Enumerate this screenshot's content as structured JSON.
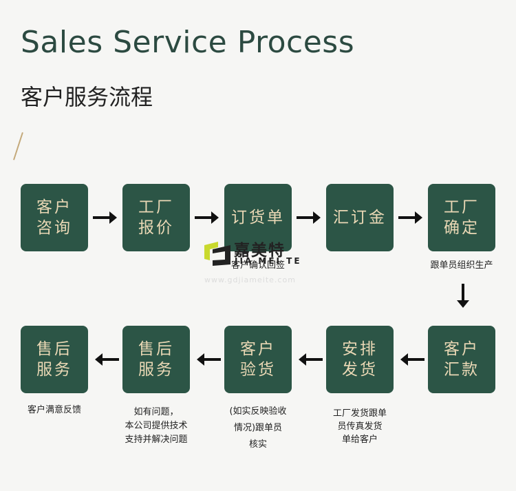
{
  "header": {
    "title_en": "Sales Service Process",
    "title_cn": "客户服务流程"
  },
  "row1": [
    {
      "label": "客户\n咨询"
    },
    {
      "label": "工厂\n报价"
    },
    {
      "label": "订货单"
    },
    {
      "label": "汇订金"
    },
    {
      "label": "工厂\n确定"
    }
  ],
  "row2": [
    {
      "label": "售后\n服务"
    },
    {
      "label": "售后\n服务"
    },
    {
      "label": "客户\n验货"
    },
    {
      "label": "安排\n发货"
    },
    {
      "label": "客户\n汇款"
    }
  ],
  "notes": {
    "confirm_sign": "客户确认回签",
    "production": "跟单员组织生产",
    "satisfaction": "客户满意反馈",
    "tech_support": "如有问题，\n本公司提供技术\n支持并解决问题",
    "inspection": "(如实反映验收\n情况)跟单员\n核实",
    "shipping": "工厂发货跟单\n员传真发货\n单给客户"
  },
  "watermark": {
    "name_cn": "嘉美特",
    "name_en": "JIA MEI TE",
    "url": "www.gdjiameite.com"
  },
  "colors": {
    "box_bg": "#2c5546",
    "box_text": "#ead8b5",
    "title": "#2c4a41",
    "accent": "#c4a97a"
  }
}
